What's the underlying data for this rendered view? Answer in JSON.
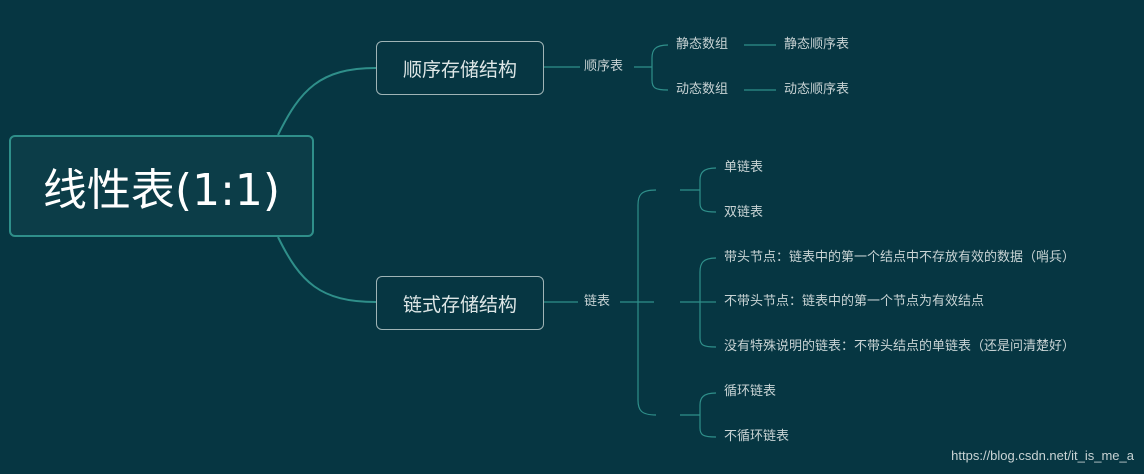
{
  "root": {
    "label": "线性表(1:1)"
  },
  "branch_seq": {
    "label": "顺序存储结构",
    "sub": "顺序表",
    "items": [
      {
        "label": "静态数组",
        "child": "静态顺序表"
      },
      {
        "label": "动态数组",
        "child": "动态顺序表"
      }
    ]
  },
  "branch_link": {
    "label": "链式存储结构",
    "sub": "链表",
    "groups": [
      [
        "单链表",
        "双链表"
      ],
      [
        "带头节点：链表中的第一个结点中不存放有效的数据（哨兵）",
        "不带头节点：链表中的第一个节点为有效结点",
        "没有特殊说明的链表：不带头结点的单链表（还是问清楚好）"
      ],
      [
        "循环链表",
        "不循环链表"
      ]
    ]
  },
  "watermark": "https://blog.csdn.net/it_is_me_a",
  "colors": {
    "background": "#063642",
    "line": "#2f8f8a",
    "text": "#c8d3d4"
  }
}
